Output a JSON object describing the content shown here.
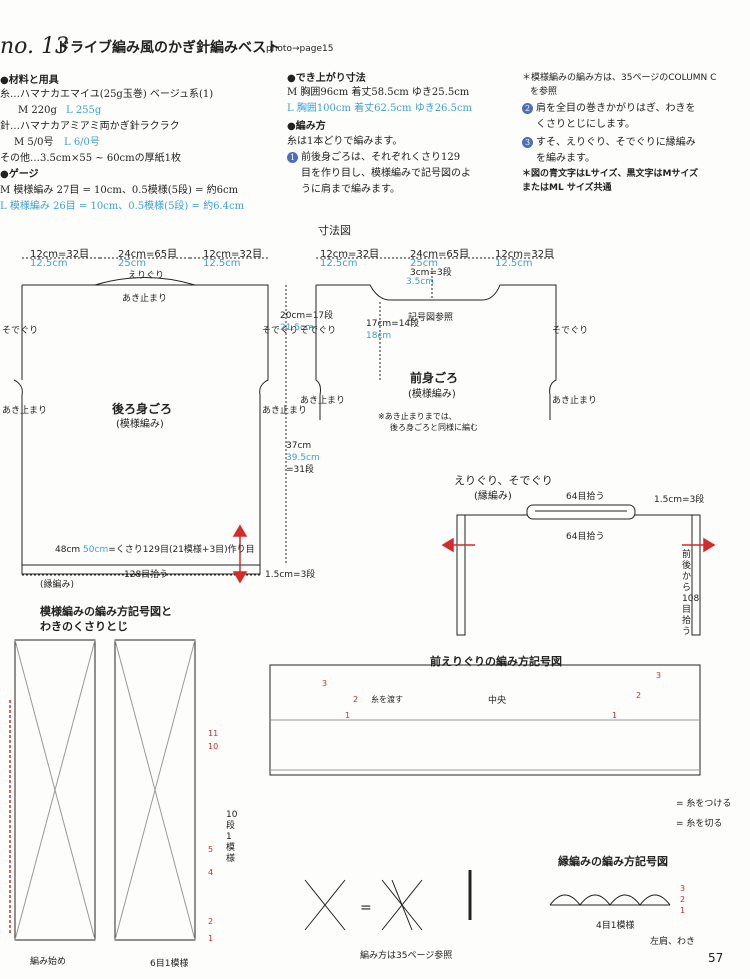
{
  "header": {
    "number": "no. 13",
    "title": "ドライブ編み風のかぎ針編みベスト",
    "photo_ref": "photo→page15"
  },
  "materials": {
    "heading": "●材料と用具",
    "yarn": "糸…ハマナカエマイユ(25g玉巻) ベージュ系(1)",
    "yarn_m": "M 220g",
    "yarn_l": "L 255g",
    "hook": "針…ハマナカアミアミ両かぎ針ラクラク",
    "hook_m": "M 5/0号",
    "hook_l": "L 6/0号",
    "other": "その他…3.5cm×55 ~ 60cmの厚紙1枚"
  },
  "gauge": {
    "heading": "●ゲージ",
    "m": "M 模様編み 27目 = 10cm、0.5模様(5段) = 約6cm",
    "l": "L 模様編み 26目 = 10cm、0.5模様(5段) = 約6.4cm"
  },
  "finished": {
    "heading": "●でき上がり寸法",
    "m": "M 胸囲96cm 着丈58.5cm ゆき25.5cm",
    "l": "L 胸囲100cm 着丈62.5cm ゆき26.5cm"
  },
  "method": {
    "heading": "●編み方",
    "intro": "糸は1本どりで編みます。",
    "step1_num": "1",
    "step1_a": "前後身ごろは、それぞれくさり129",
    "step1_b": "目を作り目し、模様編みで記号図のよ",
    "step1_c": "うに肩まで編みます。",
    "step2_num": "2",
    "step2_a": "肩を全目の巻きかがりはぎ、わきを",
    "step2_b": "くさりとじにします。",
    "step3_num": "3",
    "step3_a": "すそ、えりぐり、そでぐりに縁編み",
    "step3_b": "を編みます。"
  },
  "notes": {
    "pattern_ref_a": "＊模様編みの編み方は、35ページのCOLUMN C",
    "pattern_ref_b": "を参照",
    "color_note_a": "＊図の青文字はLサイズ、黒文字はMサイズ",
    "color_note_b": "またはML サイズ共通"
  },
  "diagram": {
    "title": "寸法図",
    "back": {
      "w_left_m": "12cm=32目",
      "w_left_l": "12.5cm",
      "w_mid_m": "24cm=65目",
      "w_mid_l": "25cm",
      "w_right_m": "12cm=32目",
      "w_right_l": "12.5cm",
      "neck": "えりぐり",
      "open_top": "あき止まり",
      "sleeve_l": "そでぐり",
      "sleeve_r": "そでぐり",
      "open_l": "あき止まり",
      "open_r": "あき止まり",
      "name": "後ろ身ごろ",
      "pattern": "(模様編み)",
      "h_upper_m": "20cm=17段",
      "h_upper_l": "21.5cm",
      "h_lower_m": "37cm",
      "h_lower_l": "39.5cm",
      "h_lower_rows": "=31段",
      "bottom_m": "48cm",
      "bottom_l": "50cm",
      "bottom_rest": "=くさり129目(21模様+3目)作り目",
      "edge": "(縁編み)",
      "pick": "128目拾う",
      "edge_h": "1.5cm=3段"
    },
    "front": {
      "w_left_m": "12cm=32目",
      "w_left_l": "12.5cm",
      "w_mid_m": "24cm=65目",
      "w_mid_l": "25cm",
      "w_right_m": "12cm=32目",
      "w_right_l": "12.5cm",
      "neck_m": "3cm=3段",
      "neck_l": "3.5cm",
      "chart_ref": "記号図参照",
      "h_m": "17cm=14段",
      "h_l": "18cm",
      "sleeve_l": "そでぐり",
      "sleeve_r": "そでぐり",
      "name": "前身ごろ",
      "pattern": "(模様編み)",
      "note_a": "※あき止まりまでは、",
      "note_b": "後ろ身ごろと同様に編む",
      "open_l": "あき止まり",
      "open_r": "あき止まり"
    },
    "collar": {
      "title": "えりぐり、そでぐり",
      "pattern": "(縁編み)",
      "pick_top": "64目拾う",
      "pick_bottom": "64目拾う",
      "edge_h": "1.5cm=3段",
      "side": "前後から108目拾う"
    }
  },
  "charts": {
    "pattern_title_a": "模様編みの編み方記号図と",
    "pattern_title_b": "わきのくさりとじ",
    "start": "編み始め",
    "repeat": "6目1模様",
    "rows_repeat": "10段1模様",
    "row_labels": [
      "1",
      "2",
      "4",
      "5",
      "10",
      "11"
    ],
    "front_neck_title": "前えりぐりの編み方記号図",
    "center": "中央",
    "pass_yarn": "糸を渡す",
    "neck_rows_left": [
      "1",
      "2",
      "3"
    ],
    "neck_rows_right": [
      "1",
      "2",
      "3"
    ],
    "equiv_note": "編み方は35ページ参照",
    "eq": "=",
    "legend_attach": "= 糸をつける",
    "legend_cut": "= 糸を切る",
    "edge_title": "縁編みの編み方記号図",
    "edge_repeat": "4目1模様",
    "edge_side": "左肩、わき",
    "edge_rows": [
      "1",
      "2",
      "3"
    ]
  },
  "page_number": "57"
}
